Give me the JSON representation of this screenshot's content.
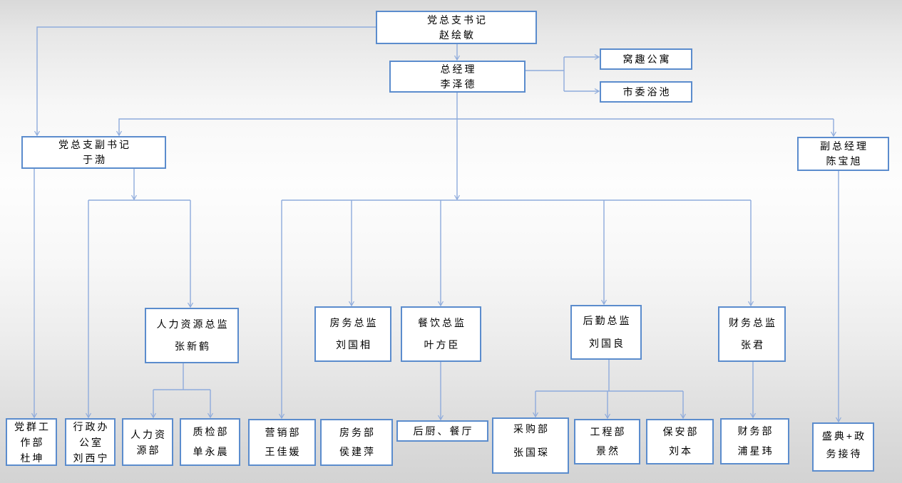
{
  "colors": {
    "line": "#8eabdc",
    "box_border": "#5b8ccd",
    "box_fill": "#ffffff",
    "text": "#000000"
  },
  "diagram": {
    "type": "org-chart",
    "nodes": {
      "party_secretary": {
        "lines": [
          "党总支书记",
          "赵绘敏"
        ]
      },
      "general_manager": {
        "lines": [
          "总经理",
          "李泽德"
        ]
      },
      "woqu_apartment": {
        "lines": [
          "窝趣公寓"
        ]
      },
      "shiwei_bathhouse": {
        "lines": [
          "市委浴池"
        ]
      },
      "deputy_party_secretary": {
        "lines": [
          "党总支副书记",
          "于渤"
        ]
      },
      "deputy_general_manager": {
        "lines": [
          "副总经理",
          "陈宝旭"
        ]
      },
      "hr_director": {
        "lines": [
          "人力资源总监",
          "张新鹤"
        ]
      },
      "rooms_director": {
        "lines": [
          "房务总监",
          "刘国相"
        ]
      },
      "catering_director": {
        "lines": [
          "餐饮总监",
          "叶方臣"
        ]
      },
      "logistics_director": {
        "lines": [
          "后勤总监",
          "刘国良"
        ]
      },
      "finance_director": {
        "lines": [
          "财务总监",
          "张君"
        ]
      },
      "party_mass_dept": {
        "lines": [
          "党群工",
          "作部",
          "杜坤"
        ]
      },
      "admin_office": {
        "lines": [
          "行政办",
          "公室",
          "刘西宁"
        ]
      },
      "hr_dept": {
        "lines": [
          "人力资",
          "源部"
        ]
      },
      "quality_dept": {
        "lines": [
          "质检部",
          "单永晨"
        ]
      },
      "marketing_dept": {
        "lines": [
          "营销部",
          "王佳媛"
        ]
      },
      "rooms_dept": {
        "lines": [
          "房务部",
          "侯建萍"
        ]
      },
      "kitchen_dining": {
        "lines": [
          "后厨、餐厅"
        ]
      },
      "purchasing_dept": {
        "lines": [
          "采购部",
          "张国琛"
        ]
      },
      "engineering_dept": {
        "lines": [
          "工程部",
          "景然"
        ]
      },
      "security_dept": {
        "lines": [
          "保安部",
          "刘本"
        ]
      },
      "finance_dept": {
        "lines": [
          "财务部",
          "浦星玮"
        ]
      },
      "ceremony_reception": {
        "lines": [
          "盛典+政",
          "务接待"
        ]
      }
    },
    "edges": [
      {
        "from": "party_secretary",
        "to": "general_manager"
      },
      {
        "from": "party_secretary",
        "to": "deputy_party_secretary"
      },
      {
        "from": "general_manager",
        "to": "woqu_apartment"
      },
      {
        "from": "general_manager",
        "to": "shiwei_bathhouse"
      },
      {
        "from": "general_manager",
        "to": "deputy_party_secretary"
      },
      {
        "from": "general_manager",
        "to": "deputy_general_manager"
      },
      {
        "from": "general_manager",
        "to": "marketing_dept"
      },
      {
        "from": "general_manager",
        "to": "rooms_director"
      },
      {
        "from": "general_manager",
        "to": "catering_director"
      },
      {
        "from": "general_manager",
        "to": "logistics_director"
      },
      {
        "from": "general_manager",
        "to": "finance_director"
      },
      {
        "from": "deputy_party_secretary",
        "to": "party_mass_dept"
      },
      {
        "from": "deputy_party_secretary",
        "to": "admin_office"
      },
      {
        "from": "deputy_party_secretary",
        "to": "hr_director"
      },
      {
        "from": "hr_director",
        "to": "hr_dept"
      },
      {
        "from": "hr_director",
        "to": "quality_dept"
      },
      {
        "from": "catering_director",
        "to": "kitchen_dining"
      },
      {
        "from": "logistics_director",
        "to": "purchasing_dept"
      },
      {
        "from": "logistics_director",
        "to": "engineering_dept"
      },
      {
        "from": "logistics_director",
        "to": "security_dept"
      },
      {
        "from": "finance_director",
        "to": "finance_dept"
      },
      {
        "from": "deputy_general_manager",
        "to": "ceremony_reception"
      }
    ]
  }
}
